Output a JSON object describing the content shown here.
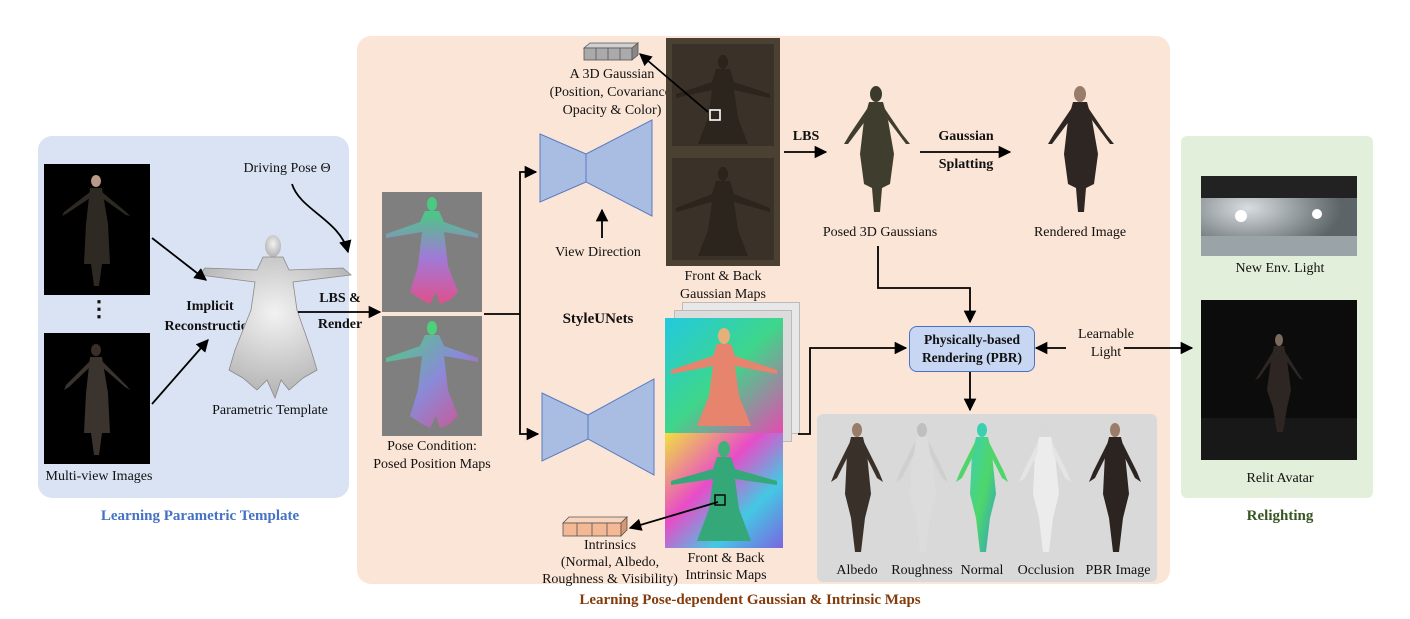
{
  "sections": {
    "template": "Learning Parametric Template",
    "maps": "Learning Pose-dependent Gaussian & Intrinsic Maps",
    "relighting": "Relighting"
  },
  "labels": {
    "multiview": "Multi-view Images",
    "ellipsis": "⋮",
    "implicit1": "Implicit",
    "implicit2": "Reconstruction",
    "driving_pose": "Driving Pose Θ",
    "parametric_template": "Parametric Template",
    "lbs_render1": "LBS &",
    "lbs_render2": "Render",
    "pose_cond1": "Pose Condition:",
    "pose_cond2": "Posed Position Maps",
    "gaussian_desc1": "A 3D Gaussian",
    "gaussian_desc2": "(Position, Covariance,",
    "gaussian_desc3": "Opacity & Color)",
    "view_direction": "View Direction",
    "styleunets": "StyleUNets",
    "front_back_gaussian1": "Front & Back",
    "front_back_gaussian2": "Gaussian Maps",
    "lbs": "LBS",
    "gaussian_splat1": "Gaussian",
    "gaussian_splat2": "Splatting",
    "posed_gaussians": "Posed 3D Gaussians",
    "rendered_image": "Rendered Image",
    "pbr1": "Physically-based",
    "pbr2": "Rendering (PBR)",
    "learnable1": "Learnable",
    "learnable2": "Light",
    "intrinsics1": "Intrinsics",
    "intrinsics2": "(Normal, Albedo,",
    "intrinsics3": "Roughness & Visibility)",
    "front_back_intrinsic1": "Front & Back",
    "front_back_intrinsic2": "Intrinsic Maps",
    "albedo": "Albedo",
    "roughness": "Roughness",
    "normal": "Normal",
    "occlusion": "Occlusion",
    "pbr_image": "PBR Image",
    "new_env": "New Env. Light",
    "relit_avatar": "Relit Avatar"
  },
  "colors": {
    "template_panel": "#dae3f3",
    "maps_panel": "#fbe5d6",
    "relight_panel": "#e2efda",
    "template_title": "#4472c4",
    "maps_title": "#843c0c",
    "relight_title": "#375623",
    "unet_fill": "#a9bde3",
    "unet_stroke": "#5b7cc0"
  }
}
